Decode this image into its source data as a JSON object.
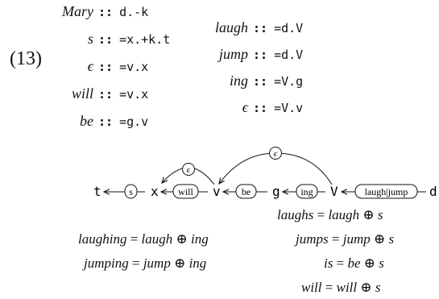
{
  "example_number": "(13)",
  "lexicon_left": [
    {
      "word": "Mary",
      "op": "::",
      "features": "d.-k"
    },
    {
      "word": "s",
      "op": "::",
      "features": "=x.+k.t"
    },
    {
      "word": "ϵ",
      "op": "::",
      "features": "=v.x"
    },
    {
      "word": "will",
      "op": "::",
      "features": "=v.x"
    },
    {
      "word": "be",
      "op": "::",
      "features": "=g.v"
    }
  ],
  "lexicon_right": [
    {
      "word": "laugh",
      "op": "::",
      "features": "=d.V"
    },
    {
      "word": "jump",
      "op": "::",
      "features": "=d.V"
    },
    {
      "word": "ing",
      "op": "::",
      "features": "=V.g"
    },
    {
      "word": "ϵ",
      "op": "::",
      "features": "=V.v"
    }
  ],
  "graph": {
    "nodes": [
      "t",
      "x",
      "v",
      "g",
      "V",
      "d"
    ],
    "edges": [
      {
        "label": "s",
        "from": "x",
        "to": "t"
      },
      {
        "label": "will",
        "from": "v",
        "to": "x"
      },
      {
        "label": "be",
        "from": "g",
        "to": "v"
      },
      {
        "label": "ing",
        "from": "V",
        "to": "g"
      },
      {
        "label": "laugh|jump",
        "from": "d",
        "to": "V"
      }
    ],
    "loops": [
      {
        "label": "ϵ",
        "from": "v",
        "to": "x"
      },
      {
        "label": "ϵ",
        "from": "V",
        "to": "v"
      }
    ]
  },
  "equations": [
    {
      "lhs": "laughs",
      "a": "laugh",
      "op": "⊕",
      "b": "s"
    },
    {
      "lhs": "laughing",
      "a": "laugh",
      "op": "⊕",
      "b": "ing"
    },
    {
      "lhs": "jumps",
      "a": "jump",
      "op": "⊕",
      "b": "s"
    },
    {
      "lhs": "jumping",
      "a": "jump",
      "op": "⊕",
      "b": "ing"
    },
    {
      "lhs": "is",
      "a": "be",
      "op": "⊕",
      "b": "s"
    },
    {
      "lhs": "will",
      "a": "will",
      "op": "⊕",
      "b": "s"
    }
  ]
}
